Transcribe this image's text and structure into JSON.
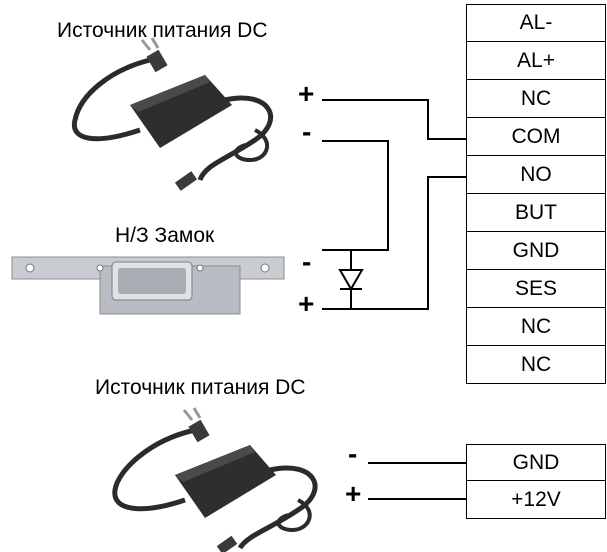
{
  "psu_top": {
    "label": "Источник питания DC",
    "plus": "+",
    "minus": "-"
  },
  "lock": {
    "label": "Н/З Замок",
    "minus": "-",
    "plus": "+"
  },
  "psu_bottom": {
    "label": "Источник питания DC",
    "minus": "-",
    "plus": "+"
  },
  "terminals": [
    "AL-",
    "AL+",
    "NC",
    "COM",
    "NO",
    "BUT",
    "GND",
    "SES",
    "NC",
    "NC"
  ],
  "power_terminals": [
    "GND",
    "+12V"
  ],
  "colors": {
    "line": "#000000",
    "adapter": "#2b2b2b",
    "lock_plate": "#c9ccd1"
  }
}
